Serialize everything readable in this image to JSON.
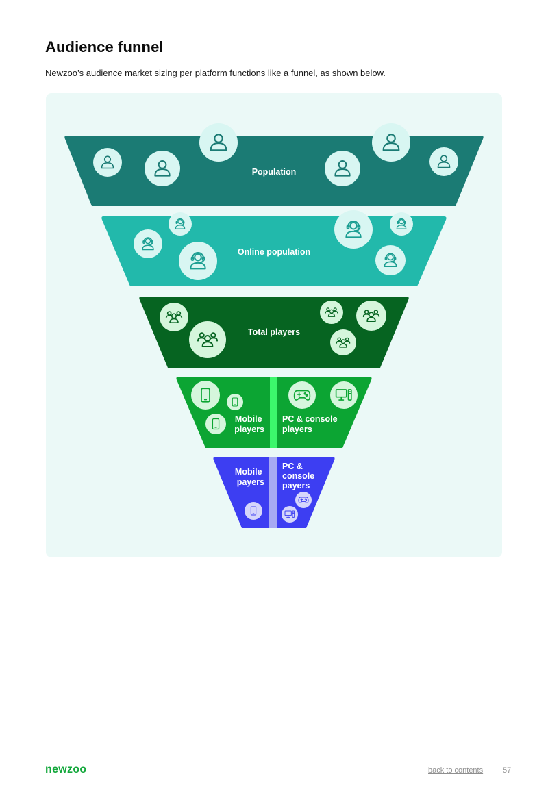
{
  "header": {
    "title": "Audience funnel",
    "subtitle": "Newzoo’s audience market sizing per platform functions like a funnel, as shown below."
  },
  "funnel": {
    "population": {
      "label": "Population",
      "icon": "person-icon",
      "color": "#1b7b74"
    },
    "online_population": {
      "label": "Online population",
      "icon": "person-headset-icon",
      "color": "#22b9ab"
    },
    "total_players": {
      "label": "Total players",
      "icon": "group-icon",
      "color": "#066421"
    },
    "players": {
      "mobile_label": [
        "Mobile",
        "players"
      ],
      "pc_console_label": [
        "PC & console",
        "players"
      ],
      "color": "#0ca533",
      "divider_color": "#3cf76c",
      "icons": [
        "phone-icon",
        "gamepad-icon",
        "desktop-icon"
      ]
    },
    "payers": {
      "mobile_label": [
        "Mobile",
        "payers"
      ],
      "pc_console_label": [
        "PC &",
        "console",
        "payers"
      ],
      "color": "#3d3ef2",
      "divider_color": "#a7a9f3",
      "icons": [
        "phone-icon",
        "gamepad-icon",
        "desktop-icon"
      ]
    }
  },
  "footer": {
    "logo": "newzoo",
    "back_link": "back to contents",
    "page_number": "57"
  }
}
